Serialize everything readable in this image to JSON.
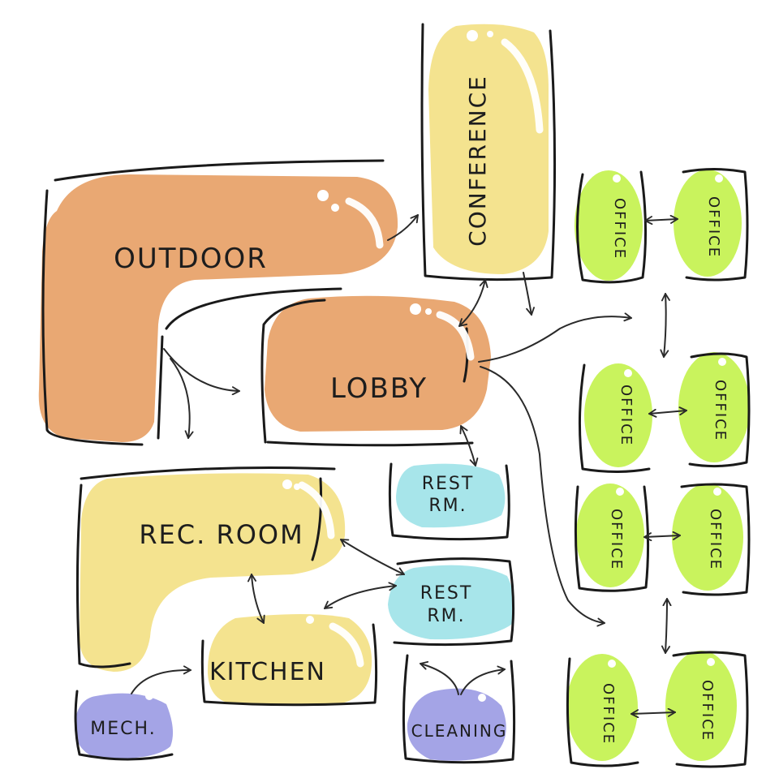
{
  "colors": {
    "orange": "#e9a873",
    "yellow": "#f4e38f",
    "green": "#c9f35d",
    "cyan": "#a7e5ea",
    "purple": "#a4a4e6"
  },
  "rooms": {
    "outdoor": "OUTDOOR",
    "conference": "CONFERENCE",
    "lobby": "LOBBY",
    "rec_room": "REC. ROOM",
    "kitchen": "KITCHEN",
    "mech": "MECH.",
    "cleaning": "CLEANING",
    "rest_rm_1": [
      "REST",
      "RM."
    ],
    "rest_rm_2": [
      "REST",
      "RM."
    ],
    "office": "OFFICE"
  }
}
